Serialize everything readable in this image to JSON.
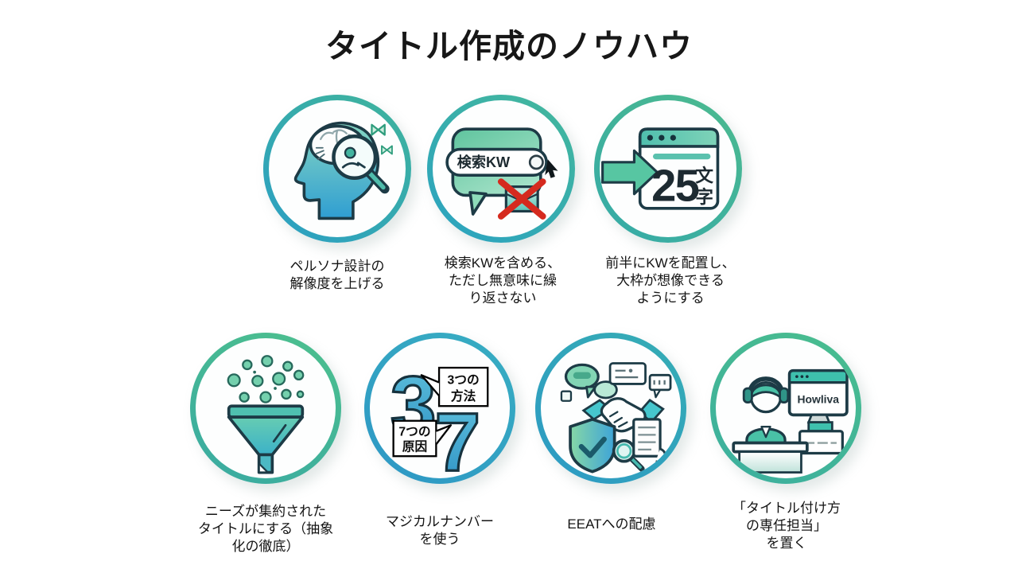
{
  "title": "タイトル作成のノウハウ",
  "palette": {
    "ring_green": "#49bd8e",
    "ring_blue": "#2d9ac4",
    "icon_teal": "#57c6a2",
    "icon_blue": "#2f9fd0",
    "cross_red": "#d52a1e",
    "outline_ink": "#1d3b46"
  },
  "items": [
    {
      "icon": "persona-brain-magnifier-icon",
      "caption": "ペルソナ設計の\n解像度を上げる"
    },
    {
      "icon": "search-keyword-bubble-icon",
      "search_text": "検索KW",
      "caption": "検索KWを含める、\nただし無意味に繰\nり返さない"
    },
    {
      "icon": "browser-char-count-icon",
      "count": "25",
      "unit": "文字",
      "unit_chars": [
        "文",
        "字"
      ],
      "caption": "前半にKWを配置し、\n大枠が想像できる\nようにする"
    },
    {
      "icon": "needs-funnel-icon",
      "caption": "ニーズが集約された\nタイトルにする（抽象\n化の徹底）"
    },
    {
      "icon": "magic-number-3-7-icon",
      "num1": "3",
      "num2": "7",
      "callouts": [
        {
          "lines": [
            "3つの",
            "方法"
          ]
        },
        {
          "lines": [
            "7つの",
            "原因"
          ]
        }
      ],
      "caption": "マジカルナンバー\nを使う"
    },
    {
      "icon": "eeat-trust-icon",
      "caption": "EEATへの配慮"
    },
    {
      "icon": "dedicated-staff-icon",
      "monitor_text": "Howliva",
      "caption": "「タイトル付け方\nの専任担当」\nを置く"
    }
  ]
}
